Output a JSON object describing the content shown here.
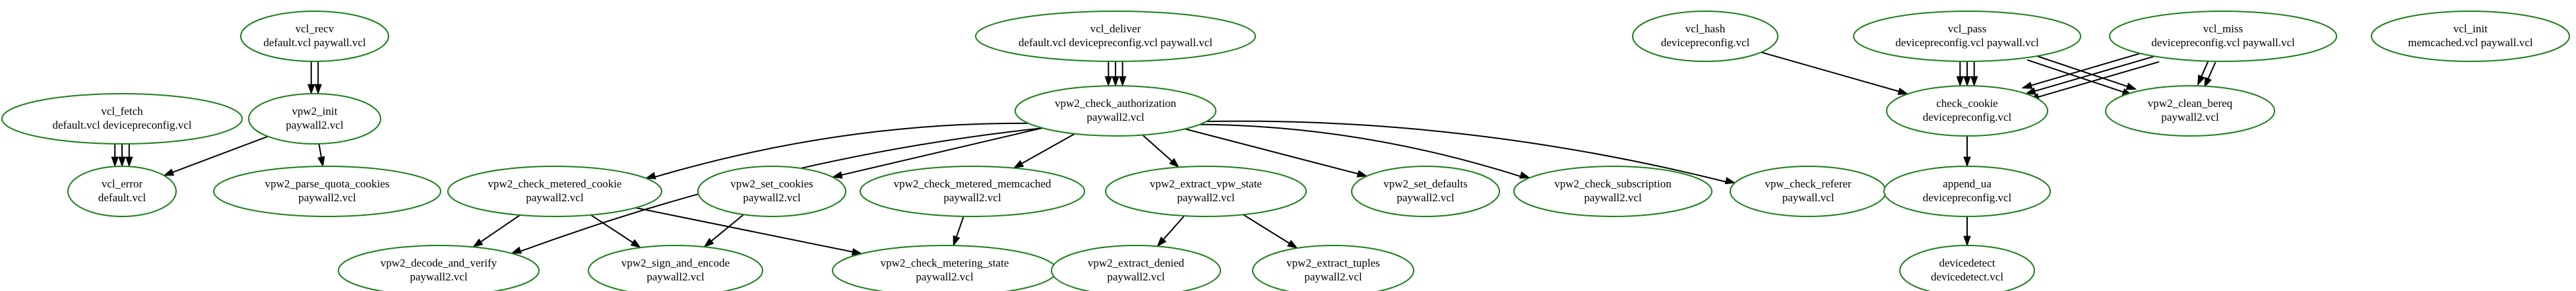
{
  "graph": {
    "nodes": [
      {
        "id": "vcl_recv",
        "name": "vcl_recv",
        "files": "default.vcl paywall.vcl"
      },
      {
        "id": "vcl_deliver",
        "name": "vcl_deliver",
        "files": "default.vcl devicepreconfig.vcl paywall.vcl"
      },
      {
        "id": "vcl_hash",
        "name": "vcl_hash",
        "files": "devicepreconfig.vcl"
      },
      {
        "id": "vcl_pass",
        "name": "vcl_pass",
        "files": "devicepreconfig.vcl paywall.vcl"
      },
      {
        "id": "vcl_miss",
        "name": "vcl_miss",
        "files": "devicepreconfig.vcl paywall.vcl"
      },
      {
        "id": "vcl_init",
        "name": "vcl_init",
        "files": "memcached.vcl paywall.vcl"
      },
      {
        "id": "vcl_fetch",
        "name": "vcl_fetch",
        "files": "default.vcl devicepreconfig.vcl"
      },
      {
        "id": "vpw2_init",
        "name": "vpw2_init",
        "files": "paywall2.vcl"
      },
      {
        "id": "vpw2_check_authorization",
        "name": "vpw2_check_authorization",
        "files": "paywall2.vcl"
      },
      {
        "id": "check_cookie",
        "name": "check_cookie",
        "files": "devicepreconfig.vcl"
      },
      {
        "id": "vpw2_clean_bereq",
        "name": "vpw2_clean_bereq",
        "files": "paywall2.vcl"
      },
      {
        "id": "vcl_error",
        "name": "vcl_error",
        "files": "default.vcl"
      },
      {
        "id": "vpw2_parse_quota_cookies",
        "name": "vpw2_parse_quota_cookies",
        "files": "paywall2.vcl"
      },
      {
        "id": "vpw2_check_metered_cookie",
        "name": "vpw2_check_metered_cookie",
        "files": "paywall2.vcl"
      },
      {
        "id": "vpw2_set_cookies",
        "name": "vpw2_set_cookies",
        "files": "paywall2.vcl"
      },
      {
        "id": "vpw2_check_metered_memcached",
        "name": "vpw2_check_metered_memcached",
        "files": "paywall2.vcl"
      },
      {
        "id": "vpw2_extract_vpw_state",
        "name": "vpw2_extract_vpw_state",
        "files": "paywall2.vcl"
      },
      {
        "id": "vpw2_set_defaults",
        "name": "vpw2_set_defaults",
        "files": "paywall2.vcl"
      },
      {
        "id": "vpw2_check_subscription",
        "name": "vpw2_check_subscription",
        "files": "paywall2.vcl"
      },
      {
        "id": "vpw_check_referer",
        "name": "vpw_check_referer",
        "files": "paywall.vcl"
      },
      {
        "id": "append_ua",
        "name": "append_ua",
        "files": "devicepreconfig.vcl"
      },
      {
        "id": "vpw2_decode_and_verify",
        "name": "vpw2_decode_and_verify",
        "files": "paywall2.vcl"
      },
      {
        "id": "vpw2_sign_and_encode",
        "name": "vpw2_sign_and_encode",
        "files": "paywall2.vcl"
      },
      {
        "id": "vpw2_check_metering_state",
        "name": "vpw2_check_metering_state",
        "files": "paywall2.vcl"
      },
      {
        "id": "vpw2_extract_denied",
        "name": "vpw2_extract_denied",
        "files": "paywall2.vcl"
      },
      {
        "id": "vpw2_extract_tuples",
        "name": "vpw2_extract_tuples",
        "files": "paywall2.vcl"
      },
      {
        "id": "devicedetect",
        "name": "devicedetect",
        "files": "devicedetect.vcl"
      }
    ],
    "edges": [
      [
        "vcl_recv",
        "vpw2_init"
      ],
      [
        "vcl_recv",
        "vpw2_init"
      ],
      [
        "vcl_fetch",
        "vcl_error"
      ],
      [
        "vcl_fetch",
        "vcl_error"
      ],
      [
        "vcl_fetch",
        "vcl_error"
      ],
      [
        "vpw2_init",
        "vcl_error"
      ],
      [
        "vpw2_init",
        "vpw2_parse_quota_cookies"
      ],
      [
        "vcl_deliver",
        "vpw2_check_authorization"
      ],
      [
        "vcl_deliver",
        "vpw2_check_authorization"
      ],
      [
        "vcl_deliver",
        "vpw2_check_authorization"
      ],
      [
        "vpw2_check_authorization",
        "vpw2_decode_and_verify"
      ],
      [
        "vpw2_check_authorization",
        "vpw2_check_metered_cookie"
      ],
      [
        "vpw2_check_authorization",
        "vpw2_set_cookies"
      ],
      [
        "vpw2_check_authorization",
        "vpw2_check_metered_memcached"
      ],
      [
        "vpw2_check_authorization",
        "vpw2_extract_vpw_state"
      ],
      [
        "vpw2_check_authorization",
        "vpw2_set_defaults"
      ],
      [
        "vpw2_check_authorization",
        "vpw2_check_subscription"
      ],
      [
        "vpw2_check_authorization",
        "vpw_check_referer"
      ],
      [
        "vpw2_check_metered_cookie",
        "vpw2_decode_and_verify"
      ],
      [
        "vpw2_check_metered_cookie",
        "vpw2_sign_and_encode"
      ],
      [
        "vpw2_check_metered_cookie",
        "vpw2_check_metering_state"
      ],
      [
        "vpw2_set_cookies",
        "vpw2_sign_and_encode"
      ],
      [
        "vpw2_check_metered_memcached",
        "vpw2_check_metering_state"
      ],
      [
        "vpw2_extract_vpw_state",
        "vpw2_extract_denied"
      ],
      [
        "vpw2_extract_vpw_state",
        "vpw2_extract_tuples"
      ],
      [
        "vcl_hash",
        "check_cookie"
      ],
      [
        "vcl_pass",
        "check_cookie"
      ],
      [
        "vcl_pass",
        "check_cookie"
      ],
      [
        "vcl_pass",
        "check_cookie"
      ],
      [
        "vcl_pass",
        "vpw2_clean_bereq"
      ],
      [
        "vcl_pass",
        "vpw2_clean_bereq"
      ],
      [
        "vcl_miss",
        "check_cookie"
      ],
      [
        "vcl_miss",
        "check_cookie"
      ],
      [
        "vcl_miss",
        "check_cookie"
      ],
      [
        "vcl_miss",
        "vpw2_clean_bereq"
      ],
      [
        "vcl_miss",
        "vpw2_clean_bereq"
      ],
      [
        "check_cookie",
        "append_ua"
      ],
      [
        "append_ua",
        "devicedetect"
      ]
    ]
  }
}
